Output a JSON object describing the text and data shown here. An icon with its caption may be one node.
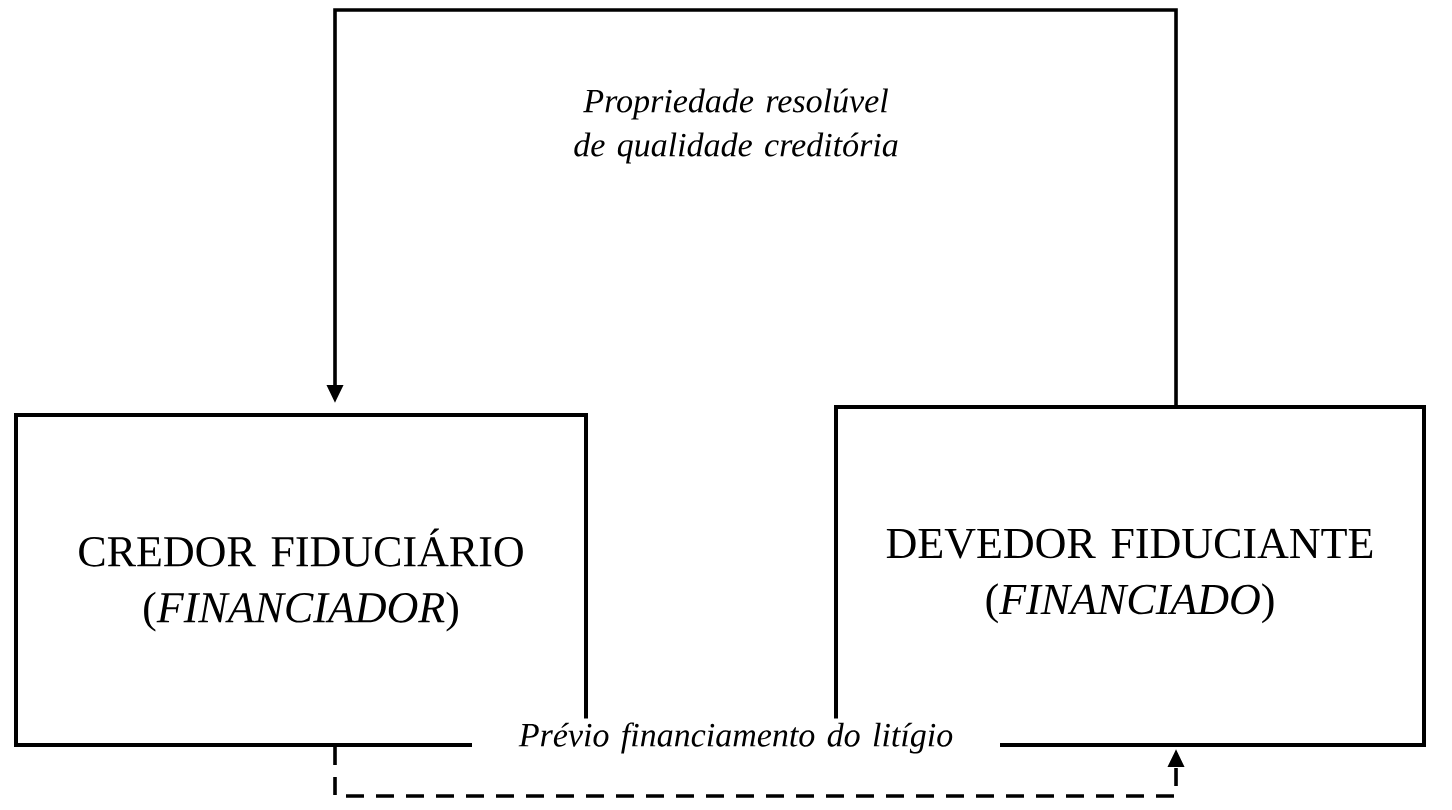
{
  "diagram": {
    "nodes": [
      {
        "text": [
          "CREDOR FIDUCIÁRIO",
          "(*FINANCIADOR*)"
        ]
      },
      {
        "text": [
          "DEVEDOR FIDUCIANTE",
          "(*FINANCIADO*)"
        ]
      }
    ],
    "edges": [
      {
        "from": 1,
        "to": 0,
        "arrow": "to",
        "label": "Propriedade resolúvel de qualidade creditória"
      },
      {
        "from": 0,
        "to": 1,
        "arrow": "to",
        "style": "dashed",
        "label": "Prévio financiamento do litígio"
      }
    ]
  }
}
